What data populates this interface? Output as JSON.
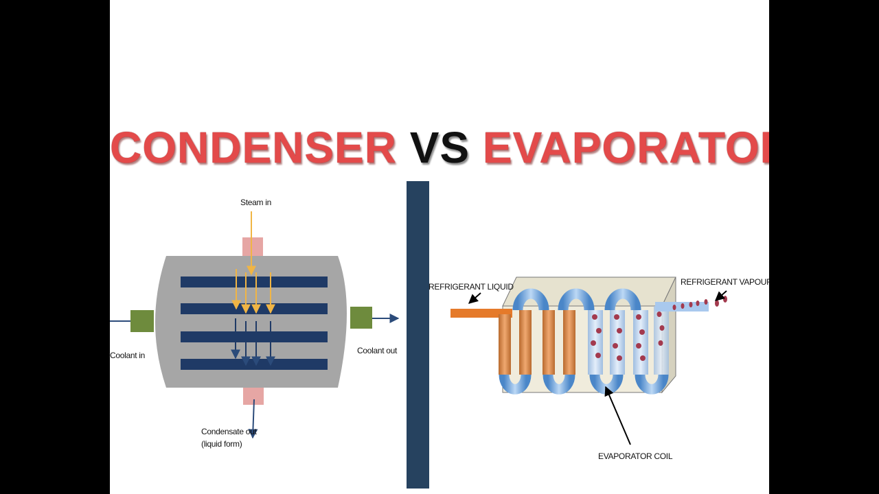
{
  "title": {
    "left": "CONDENSER",
    "middle": "VS",
    "right": "EVAPORATOR"
  },
  "condenser": {
    "steam_in": "Steam in",
    "coolant_in": "Coolant in",
    "coolant_out": "Coolant out",
    "condensate_out_line1": "Condensate out",
    "condensate_out_line2": "(liquid form)"
  },
  "evaporator": {
    "refrigerant_liquid": "REFRIGERANT  LIQUID",
    "refrigerant_vapour": "REFRIGERANT VAPOUR",
    "evaporator_coil": "EVAPORATOR COIL"
  },
  "colors": {
    "title_red": "#e34a4a",
    "divider": "#26425f",
    "shell": "#a6a6a6",
    "tube": "#1f3a66",
    "nozzle_pink": "#e6a6a4",
    "nozzle_green": "#6e8b3d",
    "steam_arrow": "#f0b545",
    "refrigerant_orange": "#e57a2a",
    "coil_blue": "#6fa7df"
  }
}
